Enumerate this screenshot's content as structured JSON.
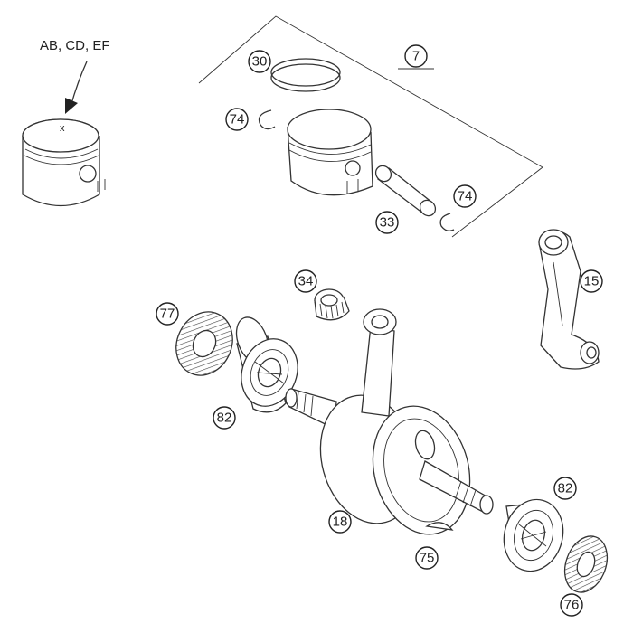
{
  "piston_note": "AB, CD, EF",
  "callouts": [
    {
      "id": "c7",
      "label": "7"
    },
    {
      "id": "c30",
      "label": "30"
    },
    {
      "id": "c74a",
      "label": "74"
    },
    {
      "id": "c74b",
      "label": "74"
    },
    {
      "id": "c33",
      "label": "33"
    },
    {
      "id": "c34",
      "label": "34"
    },
    {
      "id": "c15",
      "label": "15"
    },
    {
      "id": "c77",
      "label": "77"
    },
    {
      "id": "c82a",
      "label": "82"
    },
    {
      "id": "c82b",
      "label": "82"
    },
    {
      "id": "c18",
      "label": "18"
    },
    {
      "id": "c75",
      "label": "75"
    },
    {
      "id": "c76",
      "label": "76"
    }
  ]
}
